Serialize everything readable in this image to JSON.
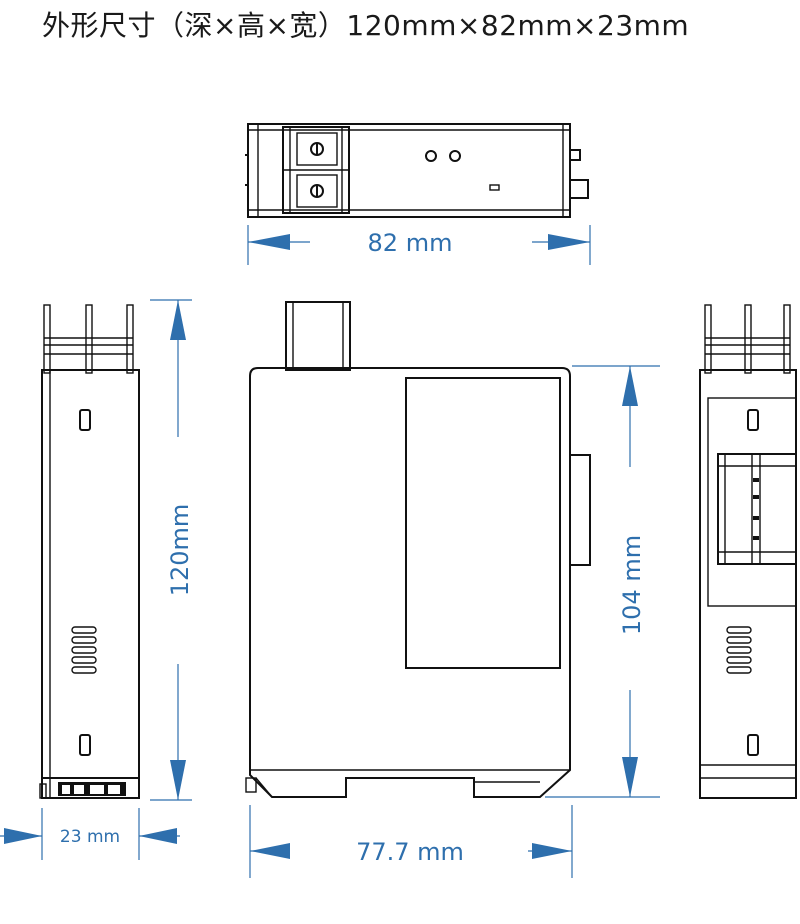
{
  "title": "外形尺寸（深×高×宽）120mm×82mm×23mm",
  "dimensions": {
    "top_width": "82 mm",
    "side_height": "120mm",
    "side_width": "23 mm",
    "front_height": "104 mm",
    "front_width": "77.7 mm"
  },
  "colors": {
    "dimension": "#2e6fad",
    "outline": "#111111"
  }
}
